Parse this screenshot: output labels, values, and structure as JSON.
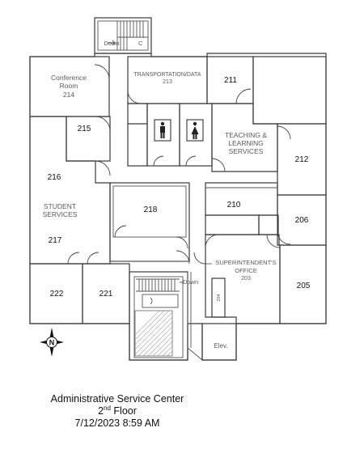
{
  "rooms": {
    "stair_top_label": "Down",
    "conference_label_line1": "Conference",
    "conference_label_line2": "Room",
    "conference_number": "214",
    "transportation_label": "TRANSPORTATION/DATA",
    "transportation_number": "213",
    "r211": "211",
    "r215": "215",
    "teaching_line1": "TEACHING &",
    "teaching_line2": "LEARNING",
    "teaching_line3": "SERVICES",
    "r212": "212",
    "r216": "216",
    "student_line1": "STUDENT",
    "student_line2": "SERVICES",
    "r218": "218",
    "r210": "210",
    "r206": "206",
    "r217": "217",
    "superintendent_line1": "SUPERINTENDENT'S",
    "superintendent_line2": "OFFICE",
    "superintendent_number": "203",
    "r204": "204",
    "r205": "205",
    "r222": "222",
    "r221": "221",
    "stair_bottom_label": "Down",
    "elevator_label": "Elev."
  },
  "compass_label": "N",
  "caption": {
    "line1": "Administrative Service Center",
    "line2_number": "2",
    "line2_sup": "nd",
    "line2_word": " Floor",
    "line3": "7/12/2023 8:59 AM"
  }
}
